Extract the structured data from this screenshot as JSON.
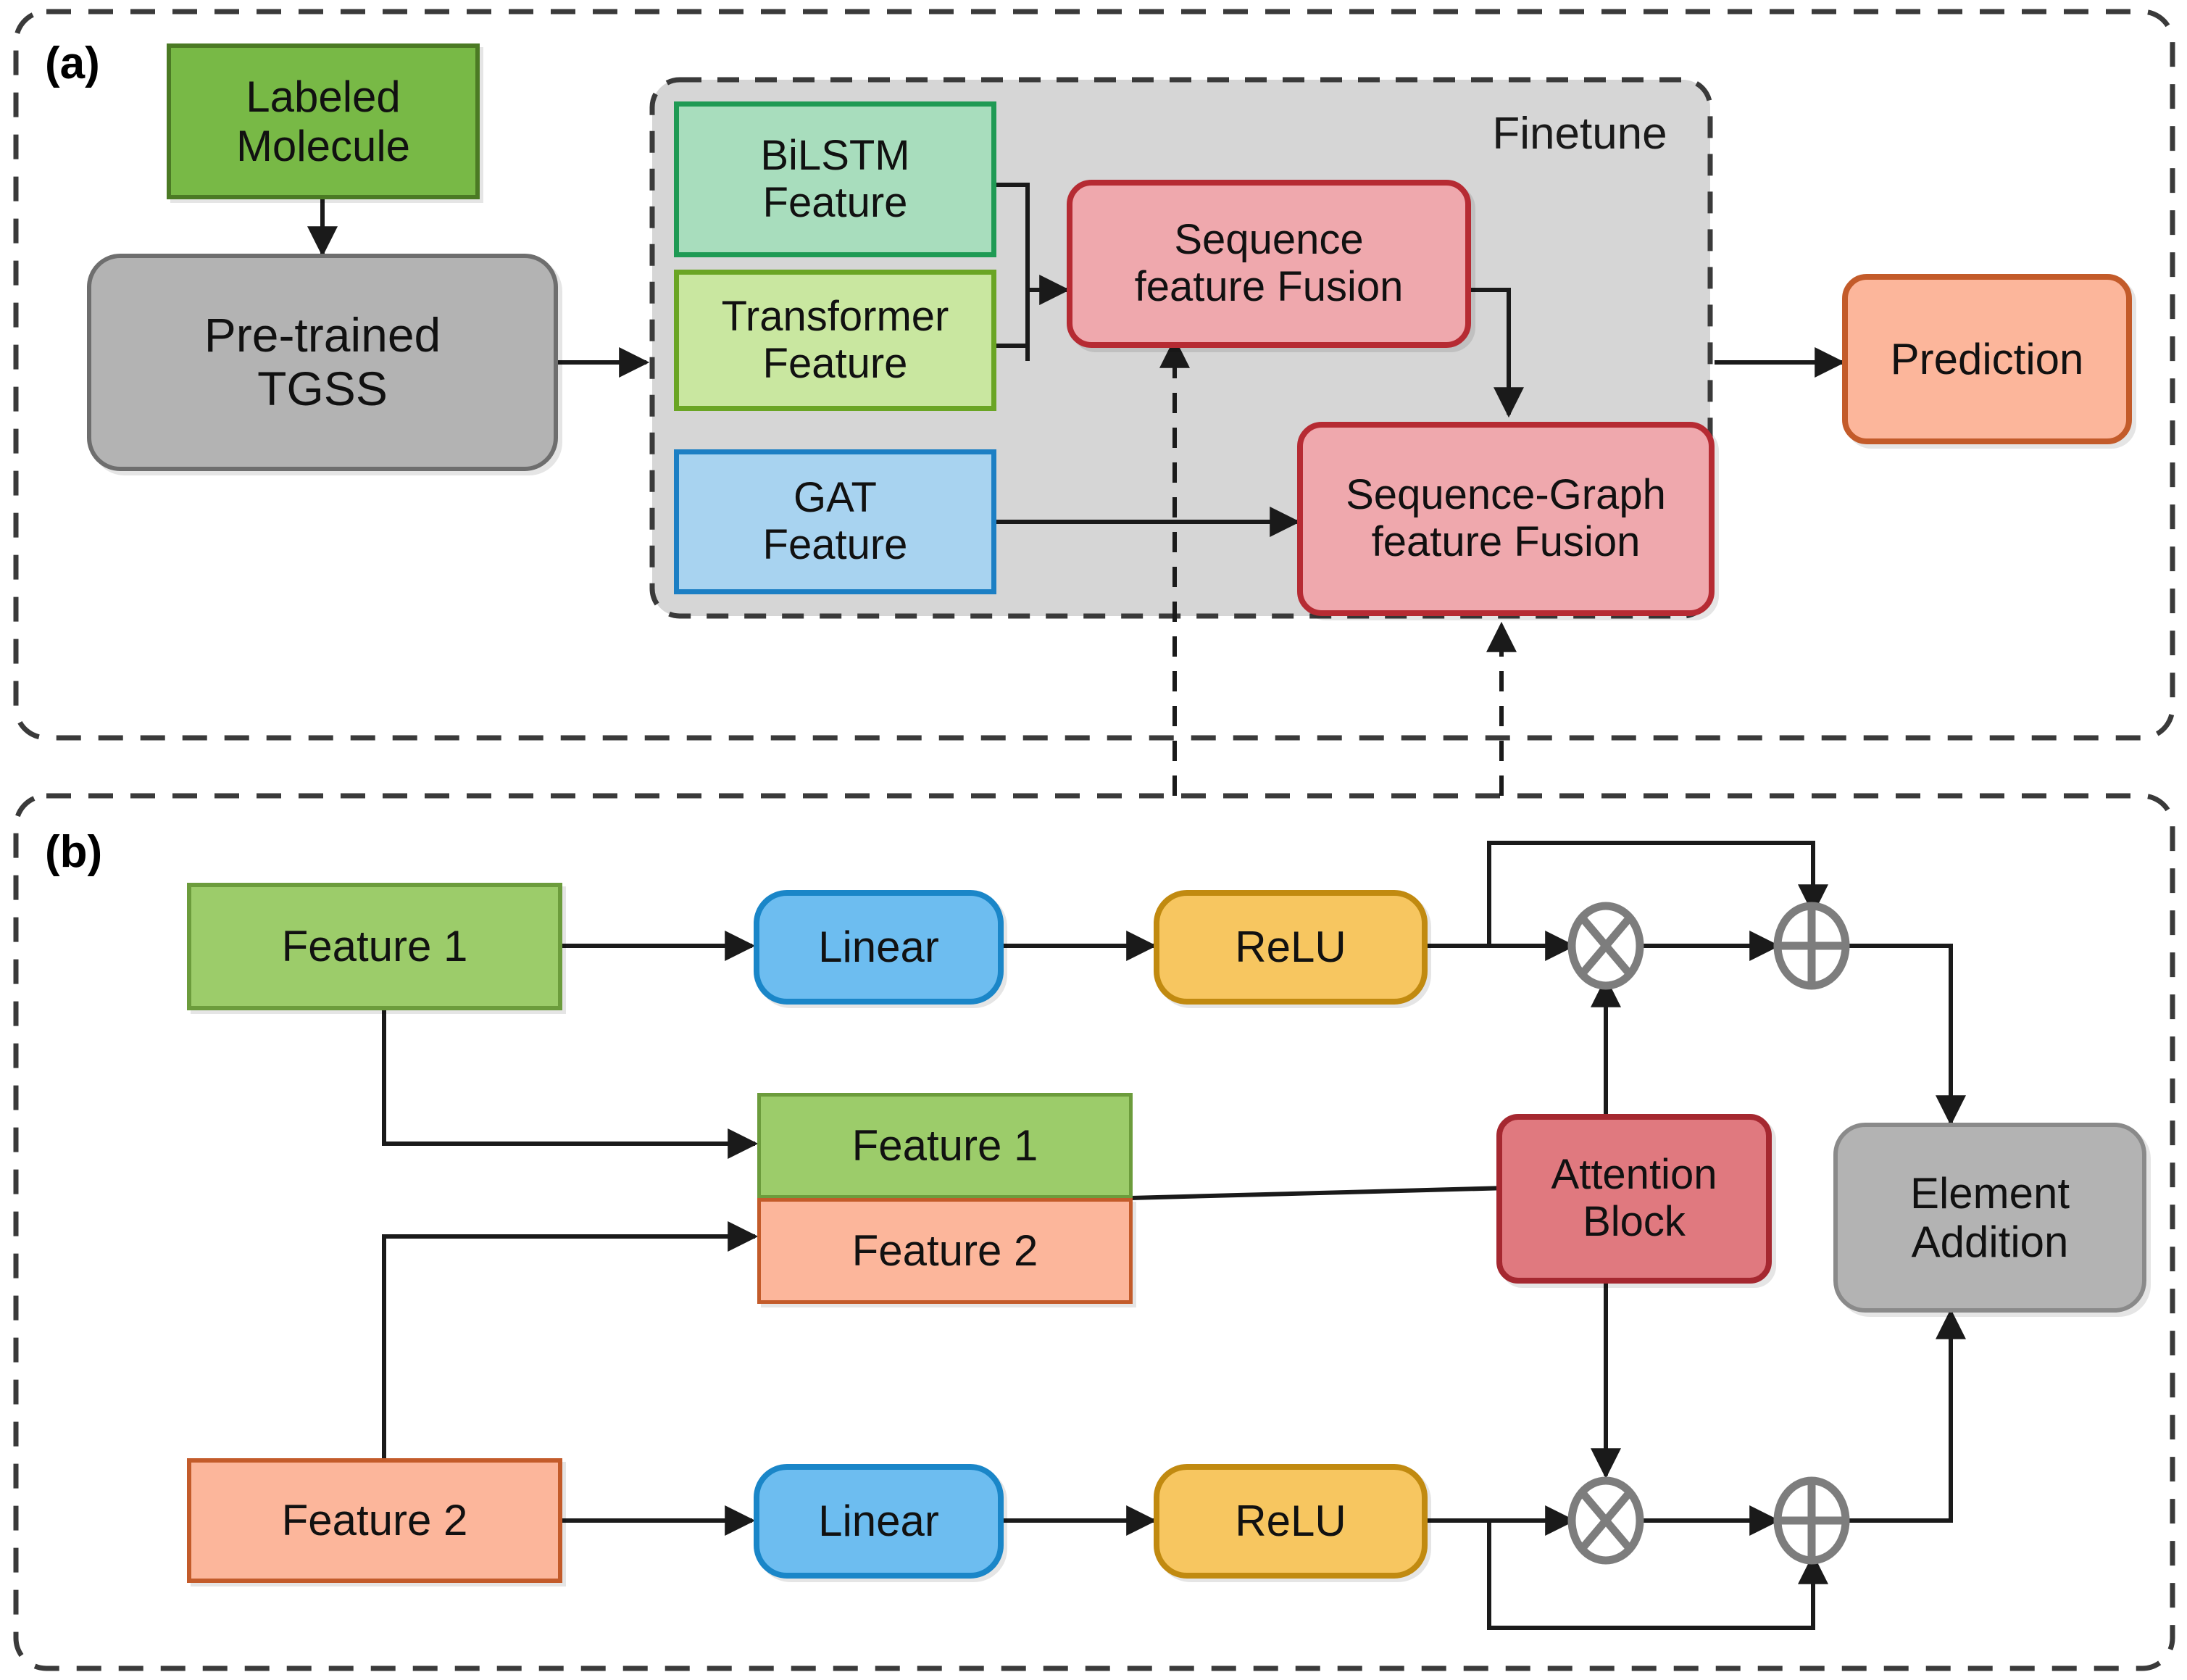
{
  "figure": {
    "type": "diagram",
    "panels": [
      {
        "id": "a",
        "label": "(a)"
      },
      {
        "id": "b",
        "label": "(b)"
      }
    ]
  },
  "panel_a": {
    "label": "(a)",
    "group_label": "Finetune",
    "nodes": [
      {
        "key": "labeled_molecule",
        "label": "Labeled\nMolecule",
        "fill": "#78b946",
        "stroke": "#4b7a24",
        "shape": "rect"
      },
      {
        "key": "pretrained_tgss",
        "label": "Pre-trained\nTGSS",
        "fill": "#b3b3b3",
        "stroke": "#6e6e6e",
        "shape": "round"
      },
      {
        "key": "bilstm_feature",
        "label": "BiLSTM\nFeature",
        "fill": "#a8ddbd",
        "stroke": "#1f9a54",
        "shape": "rect"
      },
      {
        "key": "transformer_feature",
        "label": "Transformer\nFeature",
        "fill": "#c9e7a0",
        "stroke": "#6aa524",
        "shape": "rect"
      },
      {
        "key": "gat_feature",
        "label": "GAT\nFeature",
        "fill": "#a8d3f0",
        "stroke": "#1c7fc4",
        "shape": "rect"
      },
      {
        "key": "sequence_feature_fusion",
        "label": "Sequence\nfeature Fusion",
        "fill": "#efa8ad",
        "stroke": "#b62b33",
        "shape": "round"
      },
      {
        "key": "sequence_graph_feature_fusion",
        "label": "Sequence-Graph\nfeature Fusion",
        "fill": "#efa8ad",
        "stroke": "#b62b33",
        "shape": "round"
      },
      {
        "key": "prediction",
        "label": "Prediction",
        "fill": "#fcb69b",
        "stroke": "#c35b2a",
        "shape": "round"
      }
    ]
  },
  "panel_b": {
    "label": "(b)",
    "nodes": [
      {
        "key": "feature1_top",
        "label": "Feature 1",
        "fill": "#9ccc6a",
        "stroke": "#6c9c3c",
        "shape": "rect"
      },
      {
        "key": "linear_top",
        "label": "Linear",
        "fill": "#6dbdf0",
        "stroke": "#1a86c8",
        "shape": "pill"
      },
      {
        "key": "relu_top",
        "label": "ReLU",
        "fill": "#f7c660",
        "stroke": "#c18a10",
        "shape": "pill"
      },
      {
        "key": "feature1_stack",
        "label": "Feature 1",
        "fill": "#9ccc6a",
        "stroke": "#6c9c3c",
        "shape": "rect"
      },
      {
        "key": "feature2_stack",
        "label": "Feature 2",
        "fill": "#fcb69b",
        "stroke": "#c35b2a",
        "shape": "rect"
      },
      {
        "key": "attention_block",
        "label": "Attention\nBlock",
        "fill": "#e0797f",
        "stroke": "#a52830",
        "shape": "round"
      },
      {
        "key": "element_addition",
        "label": "Element\nAddition",
        "fill": "#b3b3b3",
        "stroke": "#8a8a8a",
        "shape": "round"
      },
      {
        "key": "feature2_bottom",
        "label": "Feature 2",
        "fill": "#fcb69b",
        "stroke": "#c35b2a",
        "shape": "rect"
      },
      {
        "key": "linear_bottom",
        "label": "Linear",
        "fill": "#6dbdf0",
        "stroke": "#1a86c8",
        "shape": "pill"
      },
      {
        "key": "relu_bottom",
        "label": "ReLU",
        "fill": "#f7c660",
        "stroke": "#c18a10",
        "shape": "pill"
      }
    ],
    "operators": [
      {
        "key": "multiply_top",
        "symbol": "⊗",
        "name": "element-wise-multiply"
      },
      {
        "key": "add_top",
        "symbol": "⊕",
        "name": "element-wise-add"
      },
      {
        "key": "multiply_bottom",
        "symbol": "⊗",
        "name": "element-wise-multiply"
      },
      {
        "key": "add_bottom",
        "symbol": "⊕",
        "name": "element-wise-add"
      }
    ]
  },
  "colors": {
    "arrow": "#1a1a1a",
    "dashed_frame": "#3a3a3a",
    "finetune_panel": "#d6d6d6",
    "operator": "#7d7d7d"
  }
}
